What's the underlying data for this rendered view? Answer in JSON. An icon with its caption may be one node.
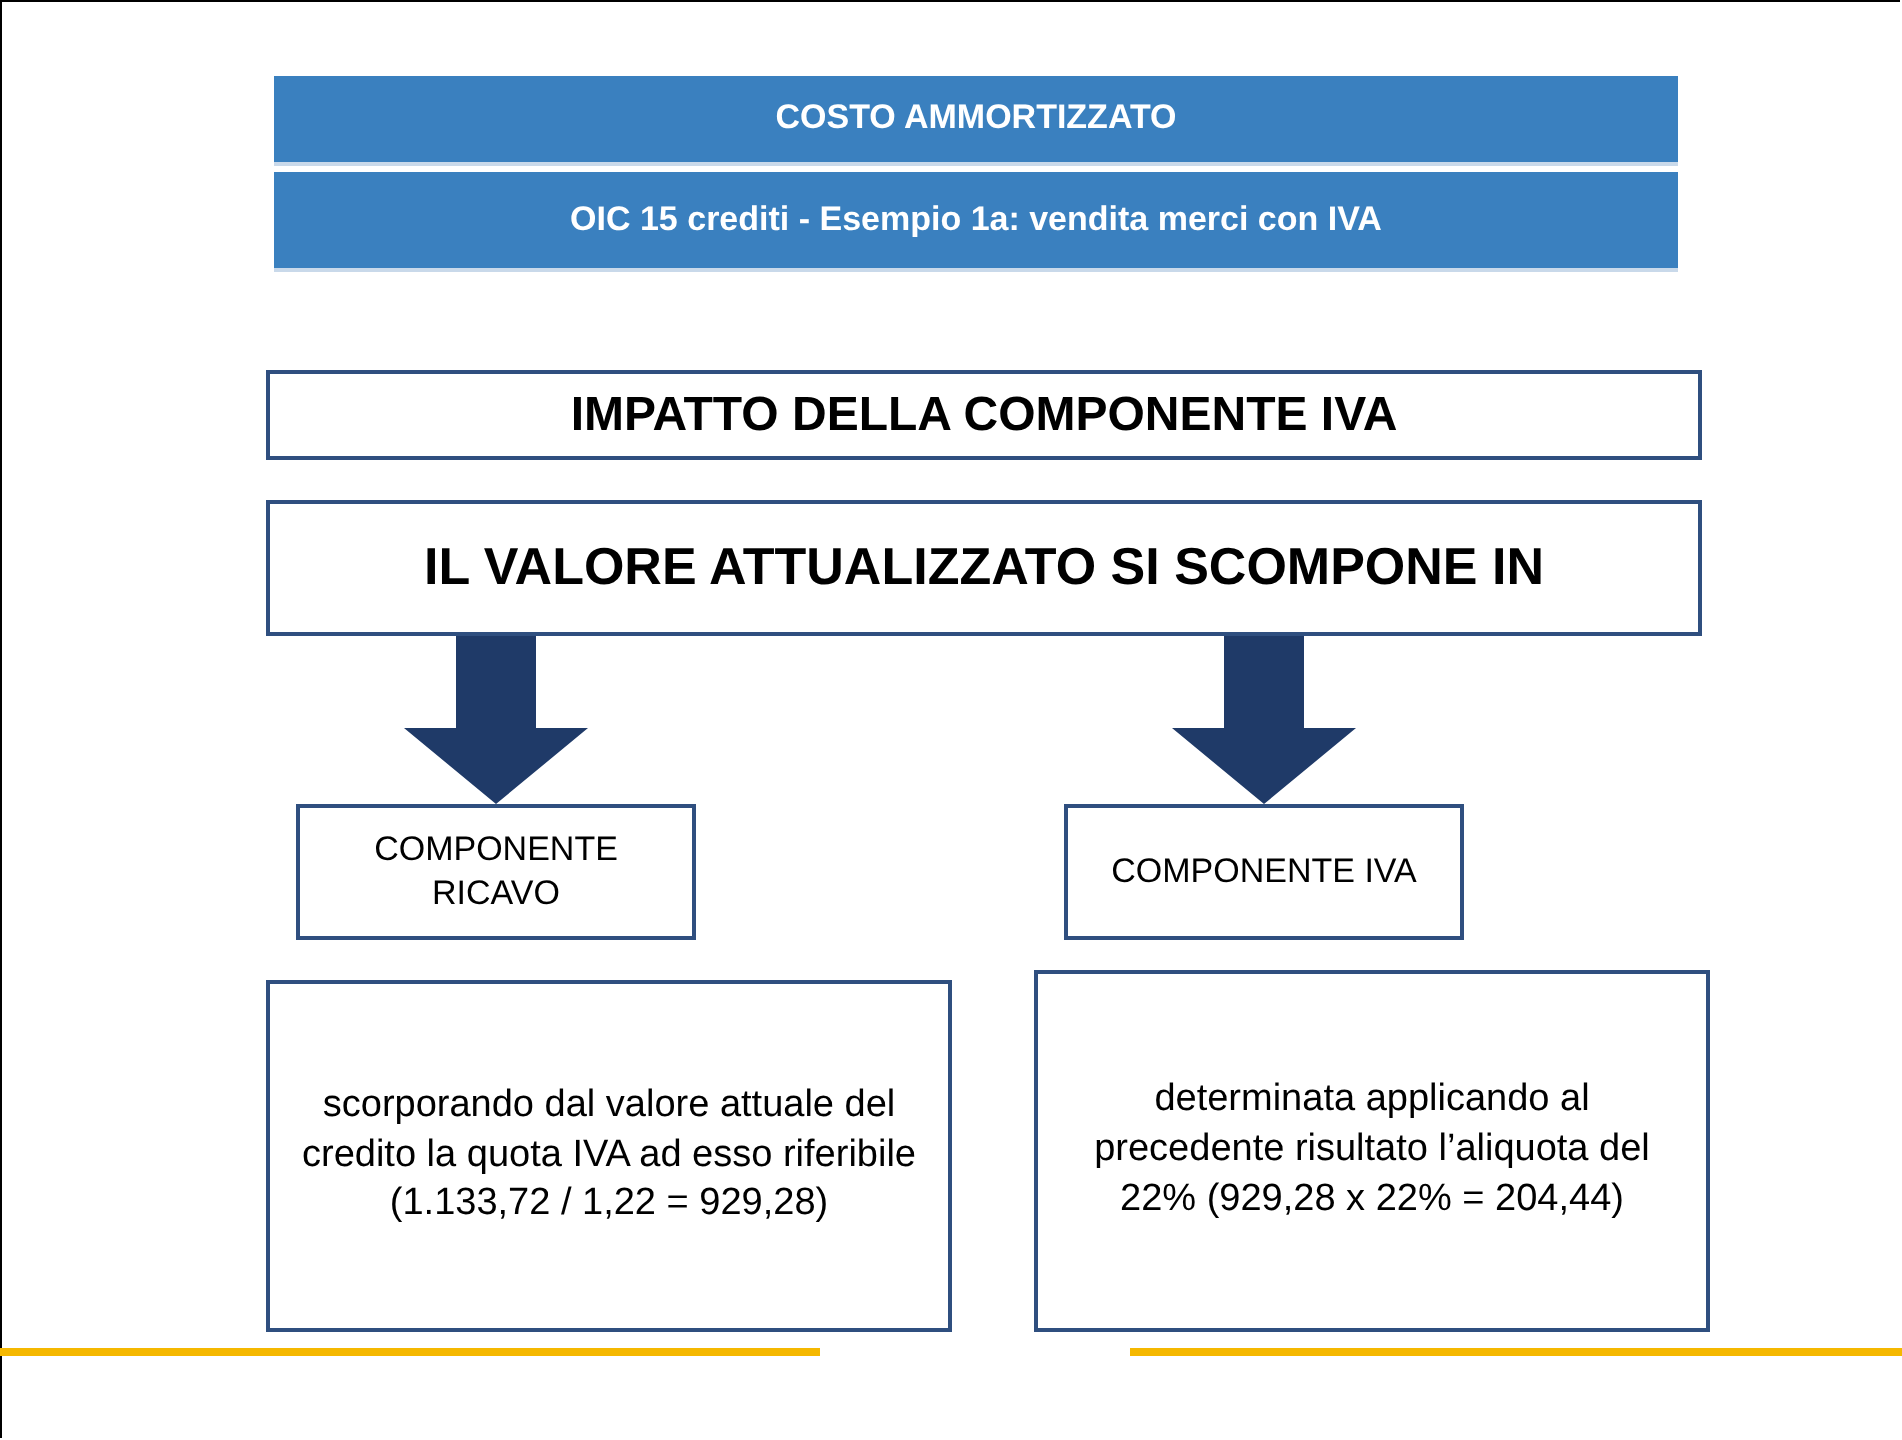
{
  "diagram": {
    "nodes": [
      {
        "text": [
          "COSTO AMMORTIZZATO"
        ]
      },
      {
        "text": [
          "OIC 15 crediti - Esempio 1a: vendita merci con IVA"
        ]
      },
      {
        "text": [
          "IMPATTO DELLA COMPONENTE IVA"
        ]
      },
      {
        "text": [
          "IL VALORE ATTUALIZZATO SI SCOMPONE IN"
        ]
      },
      {
        "text": [
          "COMPONENTE RICAVO"
        ]
      },
      {
        "text": [
          "COMPONENTE IVA"
        ]
      },
      {
        "text": [
          "scorporando dal valore attuale del credito la quota IVA ad esso riferibile (1.133,72 / 1,22 = 929,28)"
        ]
      },
      {
        "text": [
          "determinata applicando al precedente risultato l’aliquota del 22% (929,28 x 22% = 204,44)"
        ]
      }
    ],
    "edges": [
      {
        "from": 3,
        "to": 4,
        "arrow": "to"
      },
      {
        "from": 3,
        "to": 5,
        "arrow": "to"
      }
    ]
  }
}
